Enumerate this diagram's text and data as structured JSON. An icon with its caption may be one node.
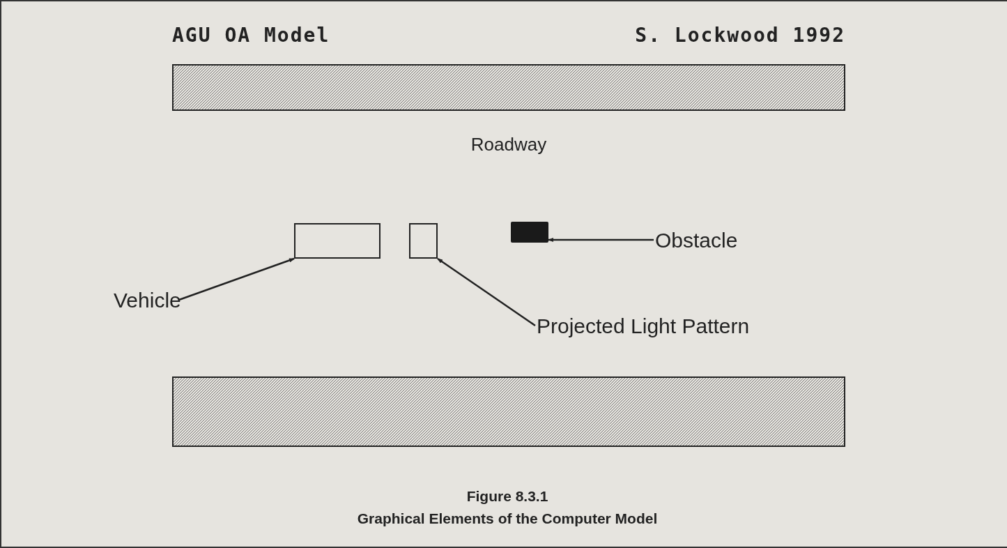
{
  "diagram": {
    "nodes": [
      {
        "text": [],
        "shape": "bar"
      },
      {
        "text": [],
        "shape": "box"
      },
      {
        "text": [],
        "shape": "box"
      },
      {
        "text": [],
        "shape": "box"
      },
      {
        "text": [
          "Obstacle"
        ]
      },
      {
        "text": [
          "Vehicle"
        ]
      },
      {
        "text": [
          "Projected Light Pattern"
        ]
      },
      {
        "text": [],
        "shape": "bar"
      }
    ],
    "edges": [
      {
        "from": 5,
        "to": 1,
        "arrow": "to"
      },
      {
        "from": 6,
        "to": 2,
        "arrow": "to"
      },
      {
        "from": 4,
        "to": 3,
        "arrow": "to"
      }
    ],
    "labels": [
      "AGU OA Model",
      "S. Lockwood 1992",
      "Roadway",
      "Figure 8.3.1",
      "Graphical Elements of the Computer Model"
    ]
  }
}
